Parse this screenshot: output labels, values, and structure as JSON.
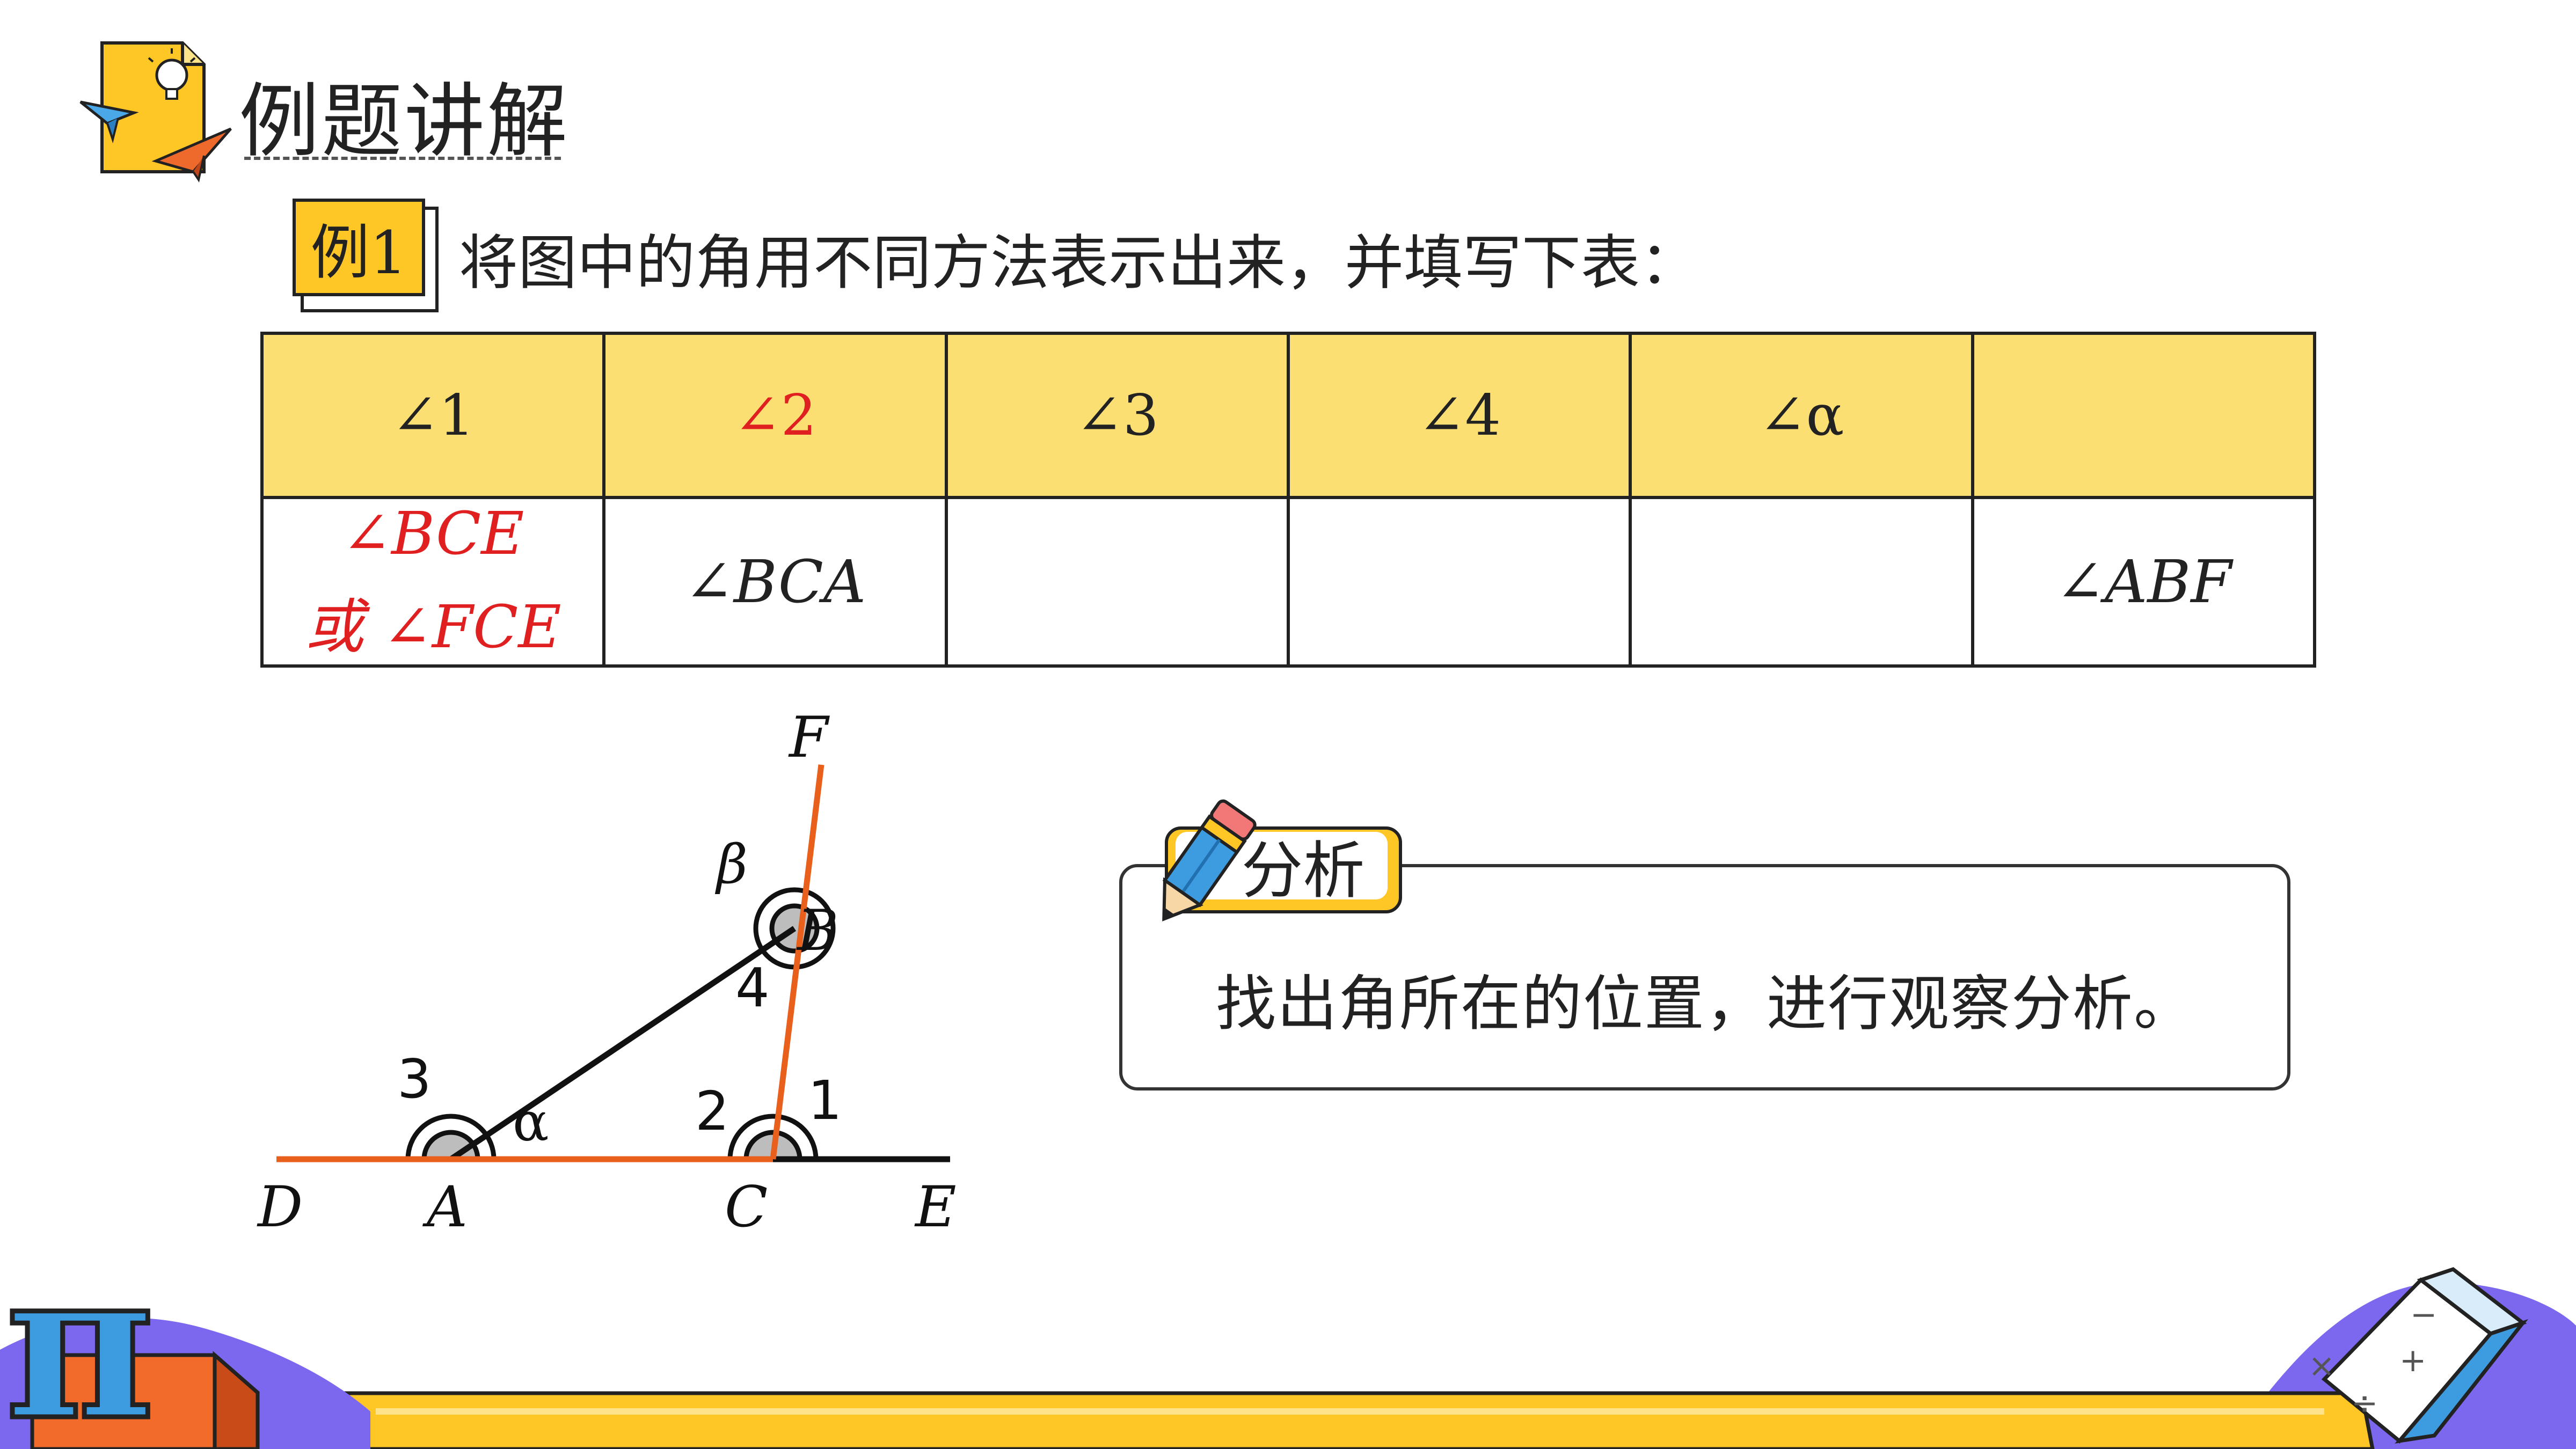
{
  "header": {
    "title": "例题讲解"
  },
  "example": {
    "tag": "例1",
    "prompt": "将图中的角用不同方法表示出来，并填写下表："
  },
  "table": {
    "head": [
      "∠1",
      "∠2",
      "∠3",
      "∠4",
      "∠α",
      ""
    ],
    "body": [
      {
        "line1": "∠BCE",
        "line2": "或 ∠FCE"
      },
      {
        "line1": "∠BCA"
      },
      {
        "line1": ""
      },
      {
        "line1": ""
      },
      {
        "line1": ""
      },
      {
        "line1": "∠ABF"
      }
    ]
  },
  "diagram": {
    "points": {
      "D": "D",
      "A": "A",
      "C": "C",
      "E": "E",
      "B": "B",
      "F": "F"
    },
    "angle_labels": {
      "one": "1",
      "two": "2",
      "three": "3",
      "four": "4",
      "alpha": "α",
      "beta": "β"
    }
  },
  "analysis": {
    "title": "分析",
    "text": "找出角所在的位置，进行观察分析。"
  },
  "colors": {
    "accent_yellow": "#FFC726",
    "table_head": "#FCDF73",
    "highlight_red": "#E02020",
    "line_orange": "#E8601C",
    "footer_purple": "#7B68EE"
  },
  "footer": {
    "pi_symbol": "π",
    "book_symbols": [
      "−",
      "+",
      "×",
      "÷"
    ]
  }
}
